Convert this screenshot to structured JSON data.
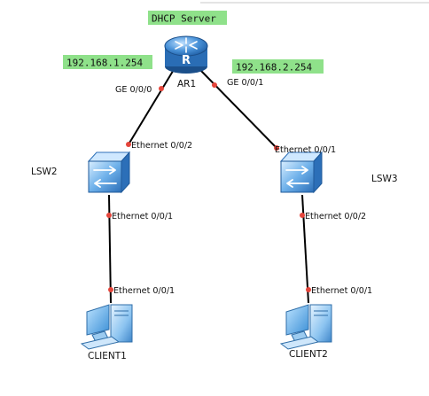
{
  "canvas": {
    "header_text": "DHCP Server",
    "link_color": "#000000",
    "port_dot_color": "#e5453b",
    "ip_highlight_color": "#8fe18a"
  },
  "router": {
    "name": "AR1",
    "icon": "router-icon",
    "ip_left": "192.168.1.254",
    "ip_right": "192.168.2.254",
    "port_left": "GE 0/0/0",
    "port_right": "GE 0/0/1"
  },
  "switches": [
    {
      "name": "LSW2",
      "icon": "switch-icon",
      "uplink_port": "Ethernet 0/0/2",
      "downlink_port": "Ethernet 0/0/1"
    },
    {
      "name": "LSW3",
      "icon": "switch-icon",
      "uplink_port": "Ethernet 0/0/1",
      "downlink_port": "Ethernet 0/0/2"
    }
  ],
  "clients": [
    {
      "name": "CLIENT1",
      "icon": "pc-icon",
      "port": "Ethernet 0/0/1"
    },
    {
      "name": "CLIENT2",
      "icon": "pc-icon",
      "port": "Ethernet 0/0/1"
    }
  ]
}
